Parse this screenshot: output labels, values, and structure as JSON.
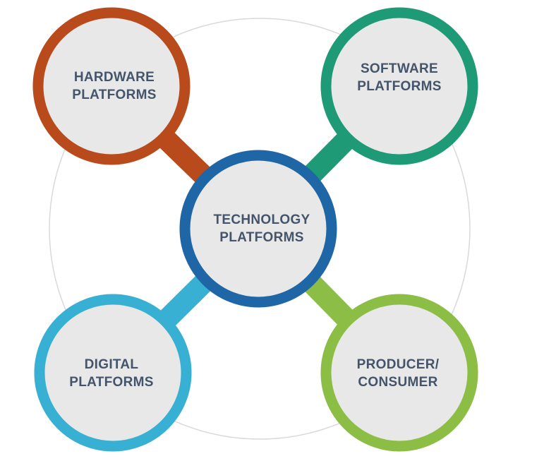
{
  "colors": {
    "hardware": "#b84a1b",
    "software": "#1f9a76",
    "center": "#1f66a6",
    "digital": "#38b0d4",
    "producer": "#8cbd44",
    "node_fill": "#e8e8e8",
    "text": "#44546a",
    "ring": "#d9d9d9"
  },
  "nodes": {
    "hardware": {
      "line1": "HARDWARE",
      "line2": "PLATFORMS",
      "icon": "circle-node"
    },
    "software": {
      "line1": "SOFTWARE",
      "line2": "PLATFORMS",
      "icon": "circle-node"
    },
    "center": {
      "line1": "TECHNOLOGY",
      "line2": "PLATFORMS",
      "icon": "circle-node"
    },
    "digital": {
      "line1": "DIGITAL",
      "line2": "PLATFORMS",
      "icon": "circle-node"
    },
    "producer": {
      "line1": "PRODUCER/",
      "line2": "CONSUMER",
      "icon": "circle-node"
    }
  }
}
